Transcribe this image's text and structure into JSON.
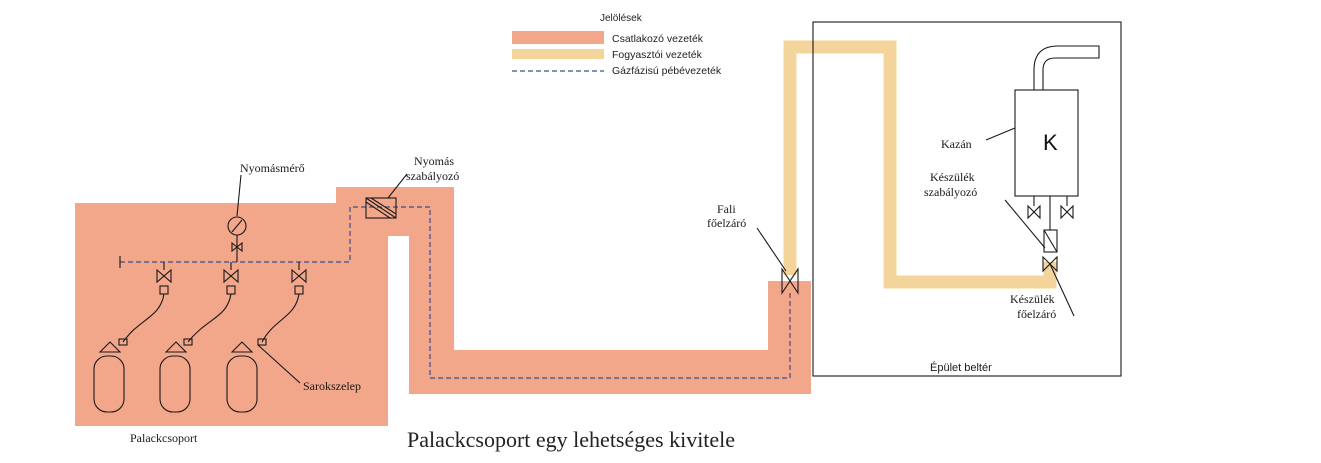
{
  "legend": {
    "title": "Jelölések",
    "items": [
      {
        "label": "Csatlakozó vezeték",
        "color": "#f2a68a"
      },
      {
        "label": "Fogyasztói vezeték",
        "color": "#f3d49a"
      },
      {
        "label": "Gázfázisú pébévezeték",
        "color": "#3d4f8a"
      }
    ]
  },
  "labels": {
    "pressure_gauge": "Nyomásmérő",
    "pressure_regulator_1": "Nyomás",
    "pressure_regulator_2": "szabályozó",
    "wall_valve_1": "Fali",
    "wall_valve_2": "főelzáró",
    "boiler": "Kazán",
    "boiler_letter": "K",
    "device_regulator_1": "Készülék",
    "device_regulator_2": "szabályozó",
    "device_valve_1": "Készülék",
    "device_valve_2": "főelzáró",
    "corner_valve": "Sarokszelep",
    "building_interior": "Épület beltér",
    "cylinder_group": "Palackcsoport"
  },
  "caption": "Palackcsoport egy lehetséges kivitele",
  "colors": {
    "connecting_pipe": "#f2a68a",
    "consumer_pipe": "#f3d49a",
    "gas_phase_pipe": "#3d4f8a"
  }
}
